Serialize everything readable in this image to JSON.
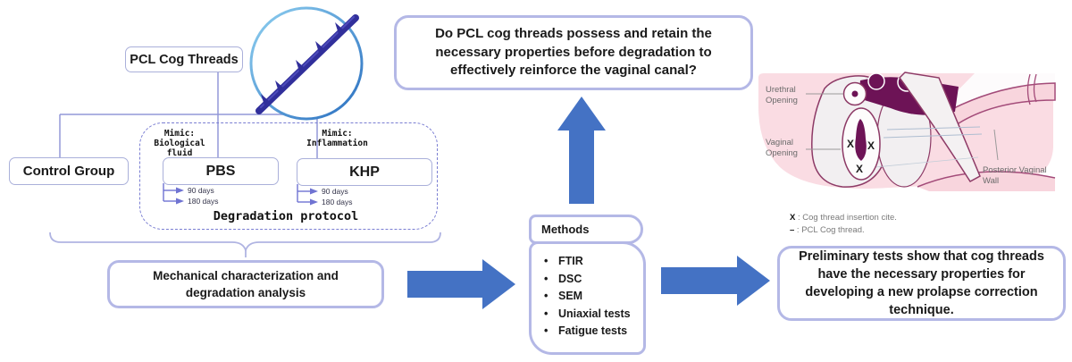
{
  "colors": {
    "arrow_blue": "#4472c4",
    "box_border_light_purple": "#b4b8e6",
    "connector_purple": "#9298d8",
    "dashed_border_purple": "#7a7ed2",
    "thread_navy": "#312f9b",
    "circle_border_blue": "#4a8ad4",
    "anatomy_dark_magenta": "#6d1356",
    "anatomy_pink": "#fadce3",
    "anatomy_outline": "#8d3a66"
  },
  "flowchart": {
    "pcl_box_label": "PCL Cog Threads",
    "control_group_label": "Control Group",
    "degradation_protocol": {
      "caption": "Degradation protocol",
      "pbs": {
        "label": "PBS",
        "mimic_line1": "Mimic:",
        "mimic_line2": "Biological fluid",
        "duration1": "90 days",
        "duration2": "180 days"
      },
      "khp": {
        "label": "KHP",
        "mimic_line1": "Mimic:",
        "mimic_line2": "Inflammation",
        "duration1": "90 days",
        "duration2": "180 days"
      }
    },
    "mechanical_box_label": "Mechanical characterization and degradation analysis",
    "question_box_label": "Do PCL cog threads possess and retain the necessary properties before degradation to effectively reinforce the vaginal canal?",
    "methods": {
      "title": "Methods",
      "items": [
        "FTIR",
        "DSC",
        "SEM",
        "Uniaxial tests",
        "Fatigue tests"
      ]
    },
    "conclusion_box_label": "Preliminary tests show that cog threads have the necessary properties for developing a new prolapse correction technique."
  },
  "anatomy": {
    "urethral_label": "Urethral Opening",
    "vaginal_label": "Vaginal Opening",
    "posterior_label": "Posterior Vaginal Wall",
    "marker_symbol": "X",
    "legend": {
      "row1_symbol": "X",
      "row1_text": " : Cog thread insertion cite.",
      "row2_symbol": "–",
      "row2_text": " : PCL Cog thread."
    }
  }
}
